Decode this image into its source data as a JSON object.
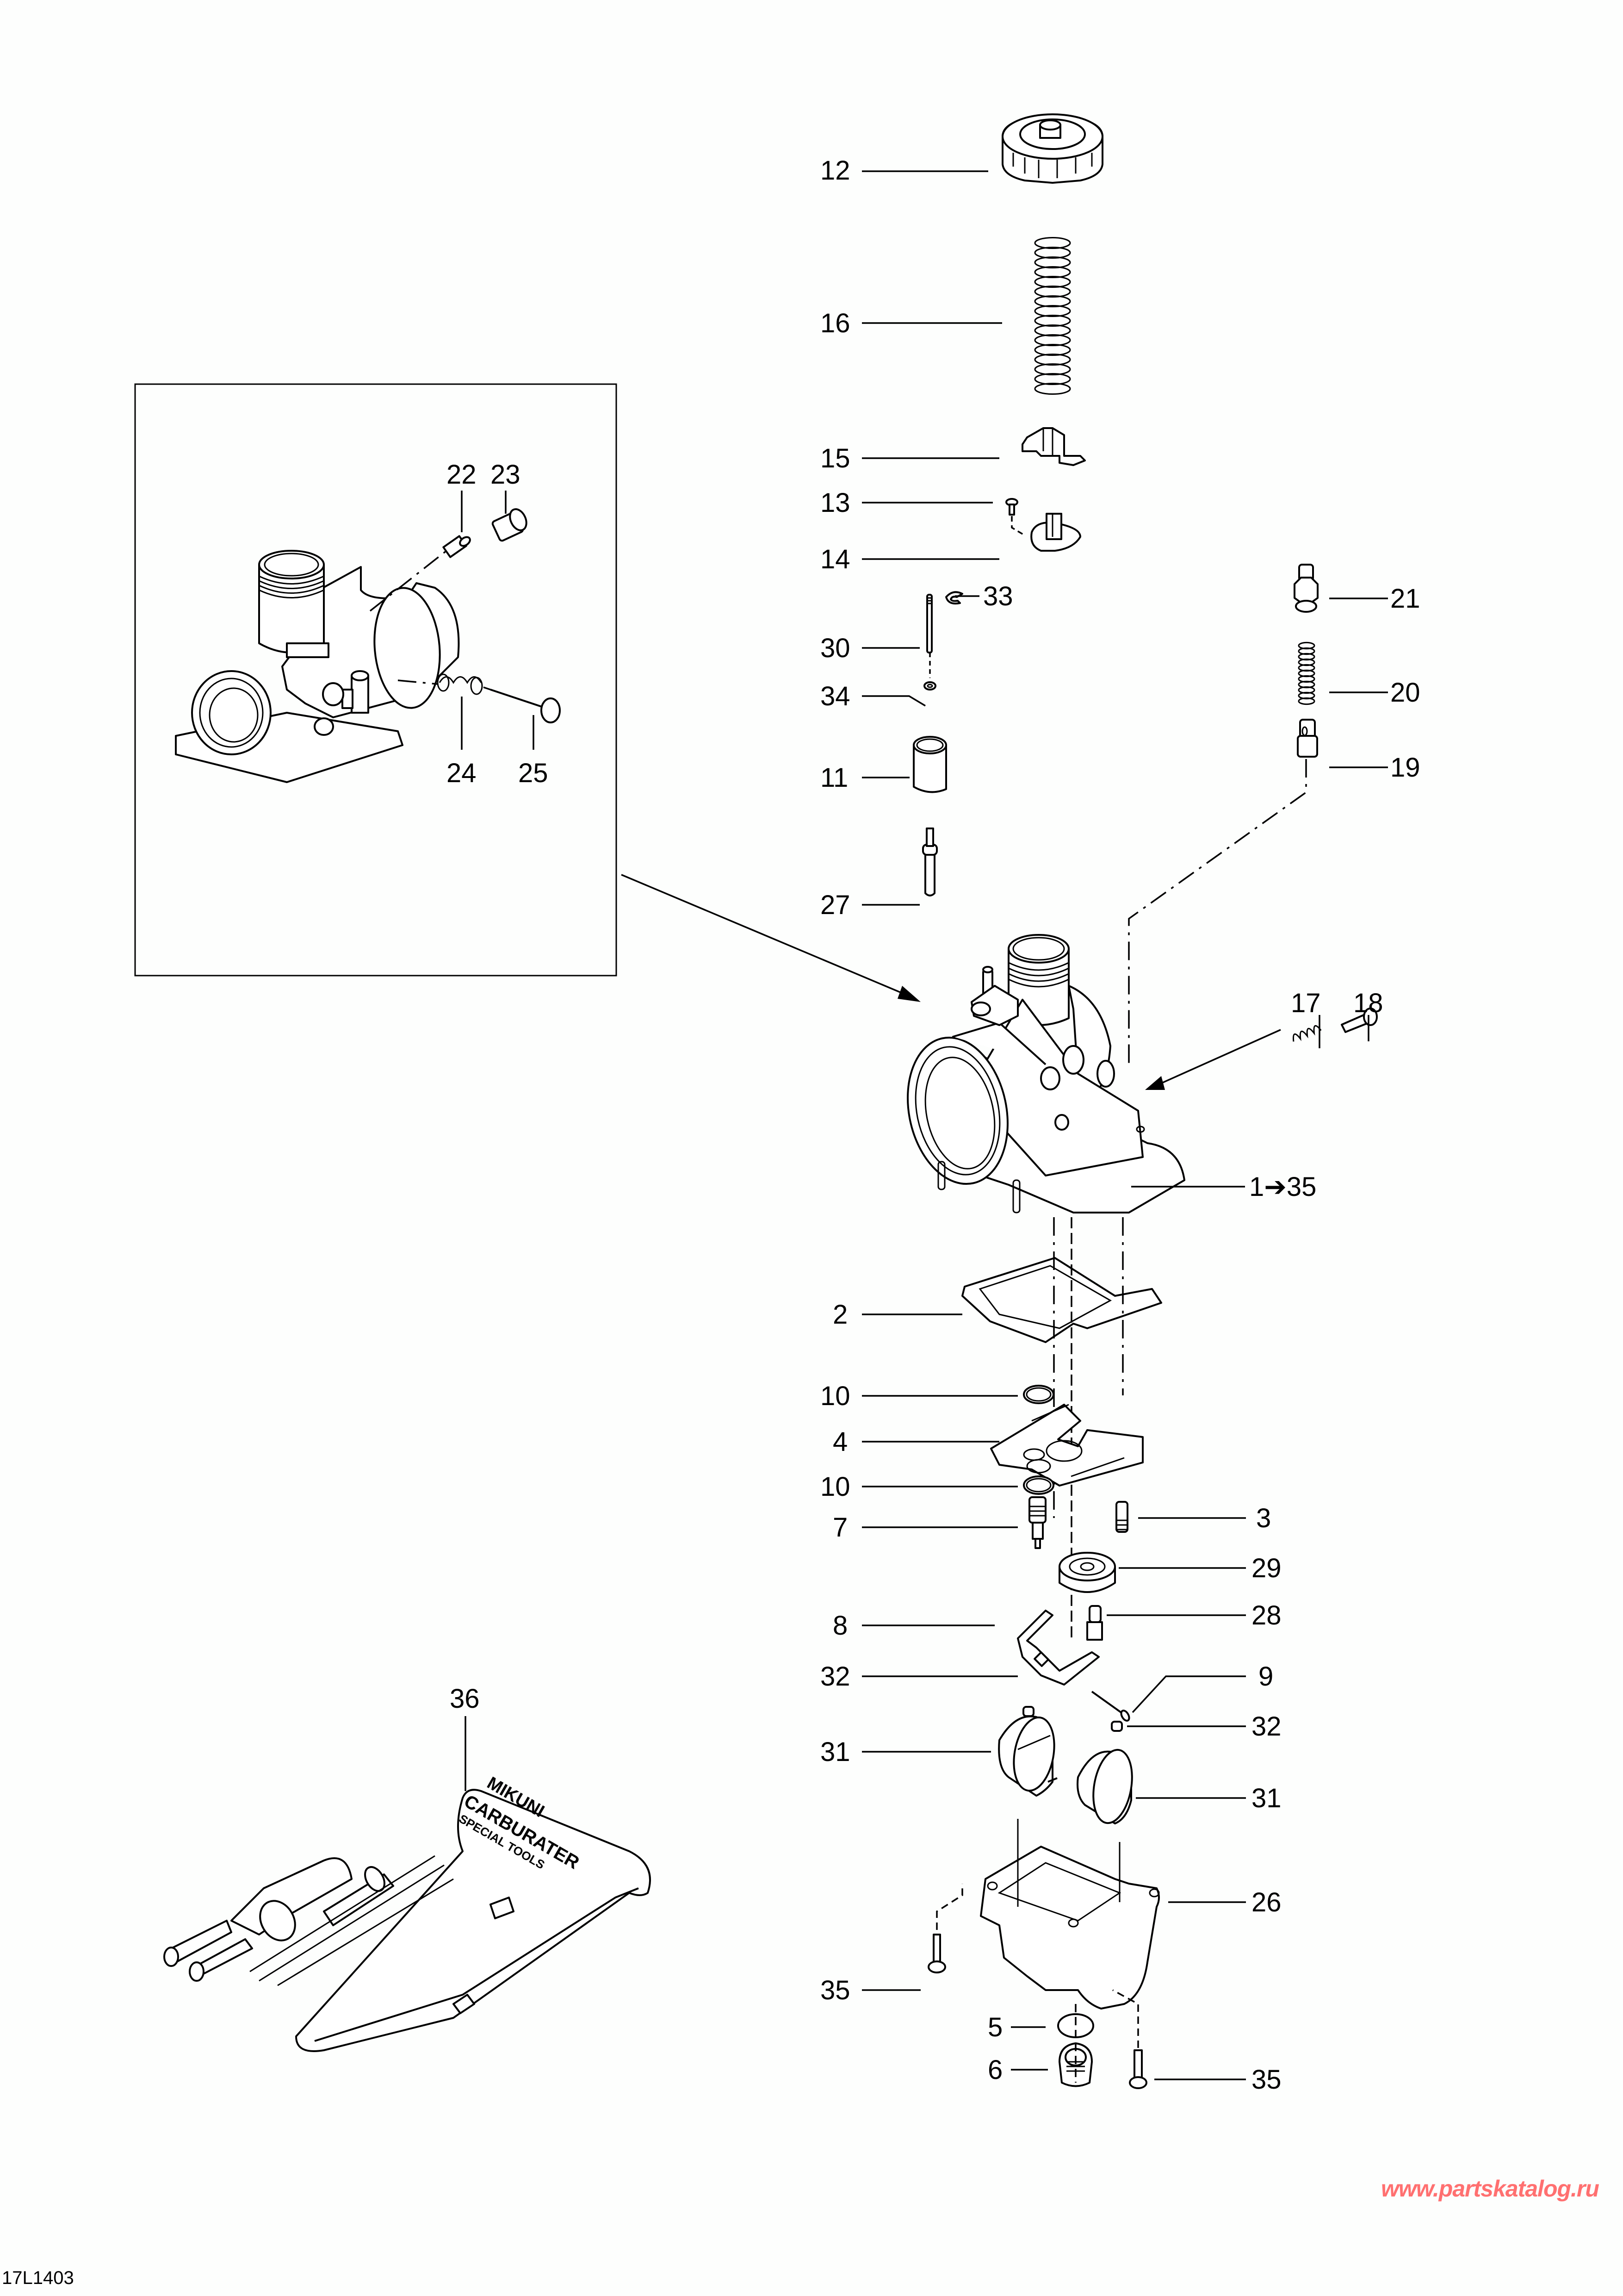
{
  "diagram": {
    "drawing_code": "17L1403",
    "watermark": "www.partskatalog.ru",
    "callouts": {
      "c12": "12",
      "c16": "16",
      "c15": "15",
      "c13": "13",
      "c14": "14",
      "c33": "33",
      "c30": "30",
      "c34": "34",
      "c11": "11",
      "c27": "27",
      "c21": "21",
      "c20": "20",
      "c19": "19",
      "c17": "17",
      "c18": "18",
      "c1_35": "1➔35",
      "c2": "2",
      "c10a": "10",
      "c4": "4",
      "c10b": "10",
      "c3": "3",
      "c7": "7",
      "c29": "29",
      "c28": "28",
      "c8": "8",
      "c9": "9",
      "c32a": "32",
      "c32b": "32",
      "c31a": "31",
      "c31b": "31",
      "c26": "26",
      "c35a": "35",
      "c5": "5",
      "c6": "6",
      "c35b": "35",
      "c22": "22",
      "c23": "23",
      "c24": "24",
      "c25": "25",
      "c36": "36"
    },
    "tool_kit_text": [
      "MIKUNI",
      "CARBURATER",
      "SPECIAL TOOLS"
    ]
  }
}
